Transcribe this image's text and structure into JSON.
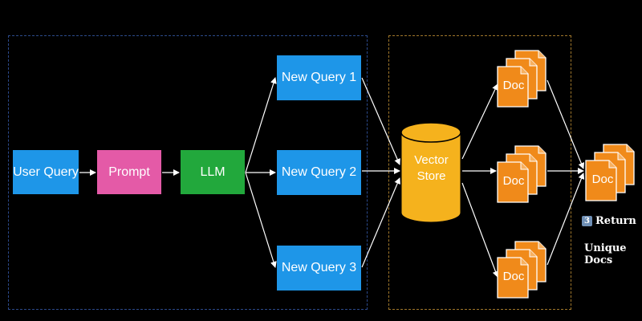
{
  "colors": {
    "left_border": "#2c4a8c",
    "right_border": "#a0772b",
    "user_query": "#1e96e8",
    "prompt": "#e45aa7",
    "llm": "#22a83c",
    "new_query": "#1e96e8",
    "vector_store": "#f5b21d",
    "doc": "#f08a1a",
    "arrow": "#ffffff"
  },
  "nodes": {
    "user_query": "User Query",
    "prompt": "Prompt",
    "llm": "LLM",
    "new_query_1": "New Query 1",
    "new_query_2": "New Query 2",
    "new_query_3": "New Query 3",
    "vector_store_line1": "Vector",
    "vector_store_line2": "Store",
    "doc": "Doc"
  },
  "return_label": {
    "number": "3",
    "line1": "Return",
    "line2": "Unique Docs"
  }
}
